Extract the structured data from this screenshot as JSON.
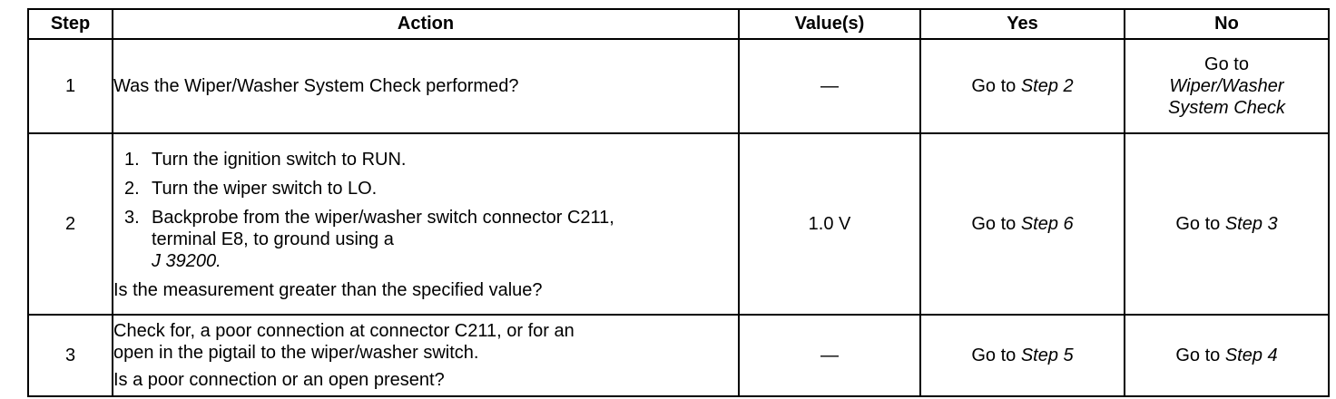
{
  "headers": {
    "step": "Step",
    "action": "Action",
    "values": "Value(s)",
    "yes": "Yes",
    "no": "No"
  },
  "rows": [
    {
      "step": "1",
      "question": "Was the Wiper/Washer System Check performed?",
      "value": "—",
      "yes_prefix": "Go to",
      "yes_target": "Step 2",
      "no_line1": "Go to",
      "no_line2": "Wiper/Washer",
      "no_line3": "System Check"
    },
    {
      "step": "2",
      "steps": [
        {
          "num": "1.",
          "text": "Turn the ignition switch to RUN."
        },
        {
          "num": "2.",
          "text": "Turn the wiper switch to LO."
        },
        {
          "num": "3.",
          "text": "Backprobe from the wiper/washer switch connector C211, terminal E8, to ground using a",
          "tool": "J 39200."
        }
      ],
      "question": "Is the measurement greater than the specified value?",
      "value": "1.0 V",
      "yes_prefix": "Go to",
      "yes_target": "Step 6",
      "no_prefix": "Go to",
      "no_target": "Step 3"
    },
    {
      "step": "3",
      "instruction_line1": "Check for, a poor connection at connector C211, or for an",
      "instruction_line2": "open in the pigtail to the wiper/washer switch.",
      "question": "Is a poor connection or an open present?",
      "value": "—",
      "yes_prefix": "Go to",
      "yes_target": "Step 5",
      "no_prefix": "Go to",
      "no_target": "Step 4"
    }
  ]
}
